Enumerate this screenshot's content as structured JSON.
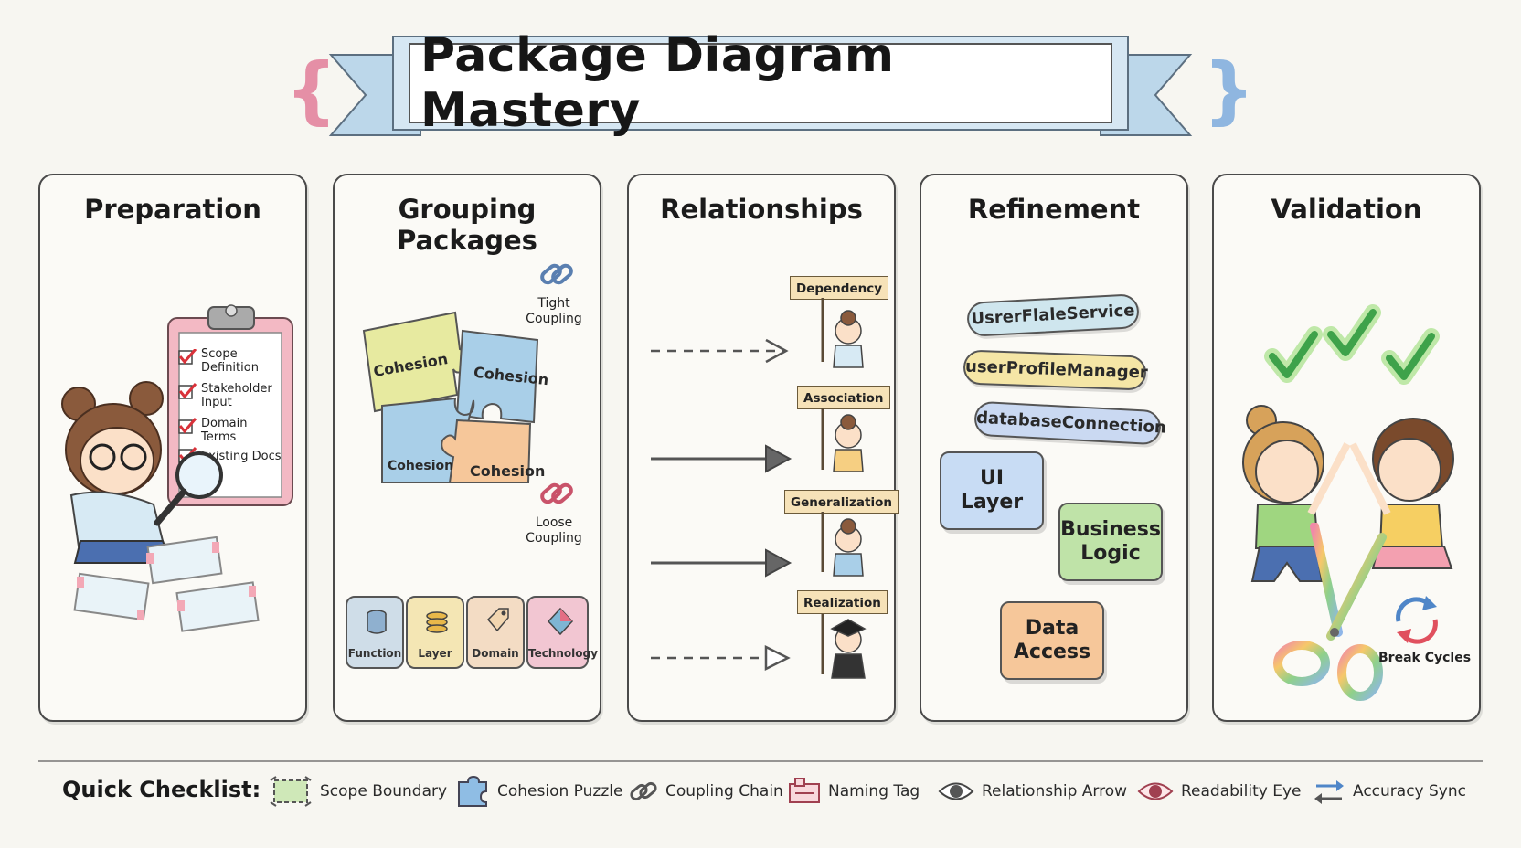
{
  "title": "Package Diagram Mastery",
  "braces": {
    "left": "{",
    "right": "}"
  },
  "panels": [
    {
      "title": "Preparation",
      "clipboard_items": [
        "Scope Definition",
        "Stakeholder Input",
        "Domain Terms",
        "Existing Docs"
      ]
    },
    {
      "title": "Grouping Packages",
      "pieces": [
        "Cohesion",
        "Cohesion",
        "Cohesion",
        "Cohesion"
      ],
      "tight_coupling": "Tight Coupling",
      "loose_coupling": "Loose Coupling",
      "categories": [
        {
          "label": "Function",
          "color": "#cfdde8"
        },
        {
          "label": "Layer",
          "color": "#f4e6b4"
        },
        {
          "label": "Domain",
          "color": "#f3dcc4"
        },
        {
          "label": "Technology",
          "color": "#f2c6d2"
        }
      ]
    },
    {
      "title": "Relationships",
      "relations": [
        "Dependency",
        "Association",
        "Generalization",
        "Realization"
      ]
    },
    {
      "title": "Refinement",
      "pills": [
        {
          "label": "UsrerFlaleService",
          "color": "#cfe6ee"
        },
        {
          "label": "userProfileManager",
          "color": "#f5e6a6"
        },
        {
          "label": "databaseConnection",
          "color": "#cad9f2"
        }
      ],
      "layers": [
        {
          "label": "UI Layer",
          "color": "#c8dcf4"
        },
        {
          "label": "Business Logic",
          "color": "#bfe3a8"
        },
        {
          "label": "Data Access",
          "color": "#f6c79a"
        }
      ]
    },
    {
      "title": "Validation",
      "break_cycles": "Break Cycles"
    }
  ],
  "checklist": {
    "label": "Quick Checklist:",
    "items": [
      {
        "label": "Scope Boundary",
        "icon": "scope-boundary-icon"
      },
      {
        "label": "Cohesion Puzzle",
        "icon": "puzzle-icon"
      },
      {
        "label": "Coupling Chain",
        "icon": "chain-icon"
      },
      {
        "label": "Naming Tag",
        "icon": "tag-icon"
      },
      {
        "label": "Relationship Arrow",
        "icon": "eye-icon"
      },
      {
        "label": "Readability Eye",
        "icon": "eye-icon"
      },
      {
        "label": "Accuracy Sync",
        "icon": "sync-icon"
      }
    ]
  }
}
